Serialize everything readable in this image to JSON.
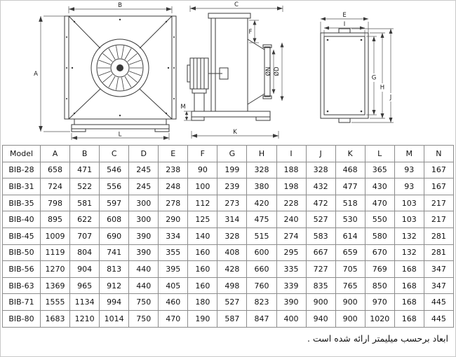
{
  "drawing": {
    "front_view": {
      "dims": {
        "a": "A",
        "b": "B",
        "l": "L"
      }
    },
    "side_view": {
      "dims": {
        "c": "C",
        "f": "F",
        "m": "M",
        "k": "K",
        "on": "ØN",
        "od": "ØD"
      }
    },
    "flange_view": {
      "dims": {
        "e": "E",
        "i": "I",
        "g": "G",
        "h": "H",
        "j": "J"
      }
    }
  },
  "table": {
    "headers": [
      "Model",
      "A",
      "B",
      "C",
      "D",
      "E",
      "F",
      "G",
      "H",
      "I",
      "J",
      "K",
      "L",
      "M",
      "N"
    ],
    "rows": [
      [
        "BIB-28",
        "658",
        "471",
        "546",
        "245",
        "238",
        "90",
        "199",
        "328",
        "188",
        "328",
        "468",
        "365",
        "93",
        "167"
      ],
      [
        "BIB-31",
        "724",
        "522",
        "556",
        "245",
        "248",
        "100",
        "239",
        "380",
        "198",
        "432",
        "477",
        "430",
        "93",
        "167"
      ],
      [
        "BIB-35",
        "798",
        "581",
        "597",
        "300",
        "278",
        "112",
        "273",
        "420",
        "228",
        "472",
        "518",
        "470",
        "103",
        "217"
      ],
      [
        "BIB-40",
        "895",
        "622",
        "608",
        "300",
        "290",
        "125",
        "314",
        "475",
        "240",
        "527",
        "530",
        "550",
        "103",
        "217"
      ],
      [
        "BIB-45",
        "1009",
        "707",
        "690",
        "390",
        "334",
        "140",
        "328",
        "515",
        "274",
        "583",
        "614",
        "580",
        "132",
        "281"
      ],
      [
        "BIB-50",
        "1119",
        "804",
        "741",
        "390",
        "355",
        "160",
        "408",
        "600",
        "295",
        "667",
        "659",
        "670",
        "132",
        "281"
      ],
      [
        "BIB-56",
        "1270",
        "904",
        "813",
        "440",
        "395",
        "160",
        "428",
        "660",
        "335",
        "727",
        "705",
        "769",
        "168",
        "347"
      ],
      [
        "BIB-63",
        "1369",
        "965",
        "912",
        "440",
        "405",
        "160",
        "498",
        "760",
        "339",
        "835",
        "765",
        "850",
        "168",
        "347"
      ],
      [
        "BIB-71",
        "1555",
        "1134",
        "994",
        "750",
        "460",
        "180",
        "527",
        "823",
        "390",
        "900",
        "900",
        "970",
        "168",
        "445"
      ],
      [
        "BIB-80",
        "1683",
        "1210",
        "1014",
        "750",
        "470",
        "190",
        "587",
        "847",
        "400",
        "940",
        "900",
        "1020",
        "168",
        "445"
      ]
    ]
  },
  "footer": {
    "note": "ابعاد برحسب میلیمتر ارائه شده است ."
  }
}
